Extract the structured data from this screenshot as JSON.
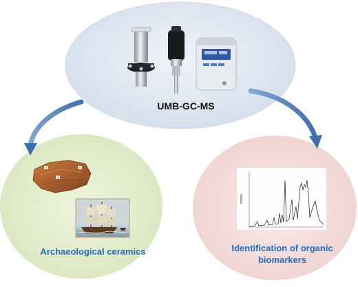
{
  "nodes": {
    "top": {
      "label": "UMB-GC-MS"
    },
    "left": {
      "label": "Archaeological ceramics"
    },
    "right": {
      "label": "Identification of organic biomarkers"
    }
  },
  "colors": {
    "top_fill": "#dde6f1",
    "left_fill": "#e4edcf",
    "right_fill": "#f4dcda",
    "arrow": "#4f81bd",
    "label_blue": "#1f6fc5",
    "label_dark": "#111111"
  },
  "sherd_markers": [
    "1",
    "2",
    "3"
  ]
}
